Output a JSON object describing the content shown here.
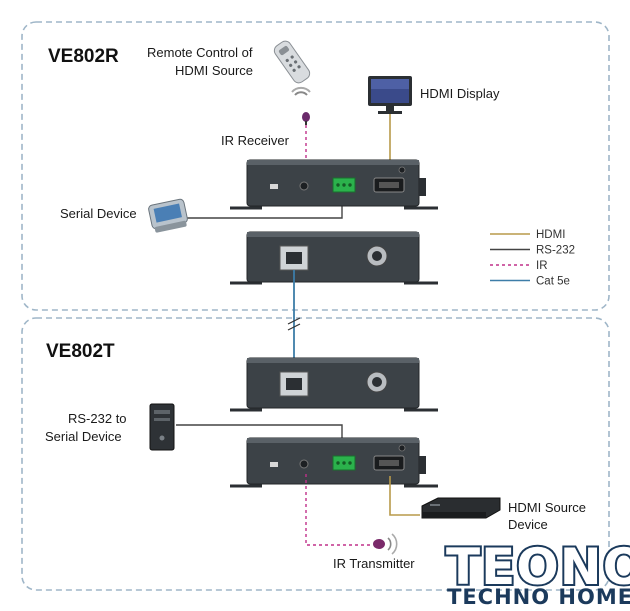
{
  "receiver": {
    "title": "VE802R",
    "remote_label_1": "Remote Control of",
    "remote_label_2": "HDMI Source",
    "display_label": "HDMI Display",
    "ir_receiver_label": "IR Receiver",
    "serial_device_label": "Serial Device"
  },
  "transmitter": {
    "title": "VE802T",
    "rs232_label_1": "RS-232 to",
    "rs232_label_2": "Serial Device",
    "hdmi_source_label_1": "HDMI Source",
    "hdmi_source_label_2": "Device",
    "ir_transmitter_label": "IR Transmitter"
  },
  "legend": [
    {
      "label": "HDMI",
      "color": "#b89a4a",
      "style": "solid"
    },
    {
      "label": "RS-232",
      "color": "#444444",
      "style": "solid"
    },
    {
      "label": "IR",
      "color": "#c0308a",
      "style": "dashed"
    },
    {
      "label": "Cat 5e",
      "color": "#3d7da8",
      "style": "solid"
    }
  ],
  "watermark": {
    "main": "TEONO",
    "sub": "TECHNO HOME"
  },
  "icons": [
    "remote-control-icon",
    "hdmi-display-icon",
    "ir-receiver-icon",
    "serial-device-icon",
    "pc-tower-icon",
    "hdmi-source-device-icon",
    "ir-transmitter-icon"
  ]
}
